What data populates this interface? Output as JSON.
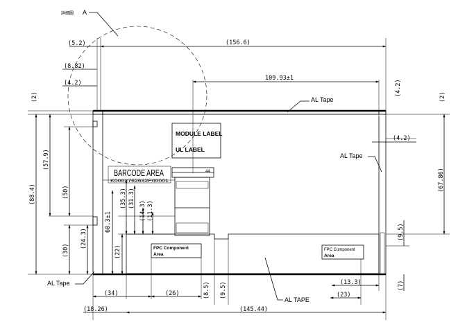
{
  "detail": {
    "prefix": "詳細圖",
    "letter": "A"
  },
  "dimensions": {
    "d_5_2": "(5.2)",
    "d_156_6": "(156.6)",
    "d_8_82": "(8.82)",
    "d_4_2_left": "(4.2)",
    "d_109_93": "109.93±1",
    "d_4_2_top_right": "(4.2)",
    "d_2_left": "(2)",
    "d_2_right": "(2)",
    "d_57_9": "(57.9)",
    "d_88_4": "(88.4)",
    "d_50": "(50)",
    "d_30": "(30)",
    "d_24_3": "(24.3)",
    "d_60_3": "60.3±1",
    "d_35_3": "(35.3)",
    "d_31_3": "(31.3)",
    "d_14_3": "(14.3)",
    "d_11_3": "(11.3)",
    "d_22": "(22)",
    "d_4_2_right": "(4.2)",
    "d_67_86": "(67.86)",
    "d_9_5_right": "(9.5)",
    "d_13_3": "(13.3)",
    "d_7": "(7)",
    "d_23": "(23)",
    "d_34": "(34)",
    "d_26": "(26)",
    "d_8_5": "(8.5)",
    "d_9_5_bottom": "(9.5)",
    "d_18_26": "(18.26)",
    "d_145_44": "(145.44)"
  },
  "labels": {
    "al_tape_top": "AL Tape",
    "al_tape_right": "AL Tape",
    "al_tape_left": "AL Tape",
    "al_tape_bottom": "AL TAPE",
    "module_label": "MODULE LABEL",
    "ul_label": "UL LABEL",
    "barcode_area": "BARCODE AREA",
    "barcode_number": "K0002762632F00001",
    "tag_44": "44",
    "fpc_left_1": "FPC Component",
    "fpc_left_2": "Area",
    "fpc_right_1": "FPC Component",
    "fpc_right_2": "Area"
  }
}
